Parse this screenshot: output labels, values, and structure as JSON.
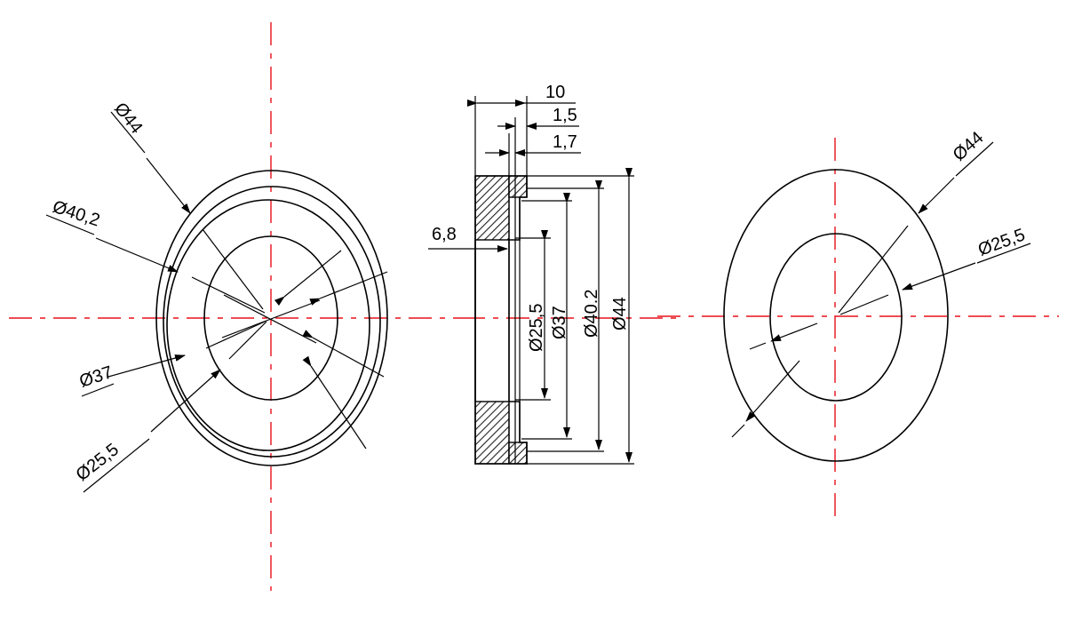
{
  "colors": {
    "line": "#000000",
    "centerline": "#e8101a",
    "hatch": "#222222",
    "background": "#ffffff"
  },
  "left_view": {
    "labels": {
      "d44": "Ø44",
      "d40_2": "Ø40,2",
      "d37": "Ø37",
      "d25_5": "Ø25,5"
    }
  },
  "section_view": {
    "labels": {
      "width_10": "10",
      "step_1_5": "1,5",
      "step_1_7": "1,7",
      "depth_6_8": "6,8",
      "d25_5": "Ø25,5",
      "d37": "Ø37",
      "d40_2": "Ø40.2",
      "d44": "Ø44"
    }
  },
  "right_view": {
    "labels": {
      "d44": "Ø44",
      "d25_5": "Ø25,5"
    }
  }
}
